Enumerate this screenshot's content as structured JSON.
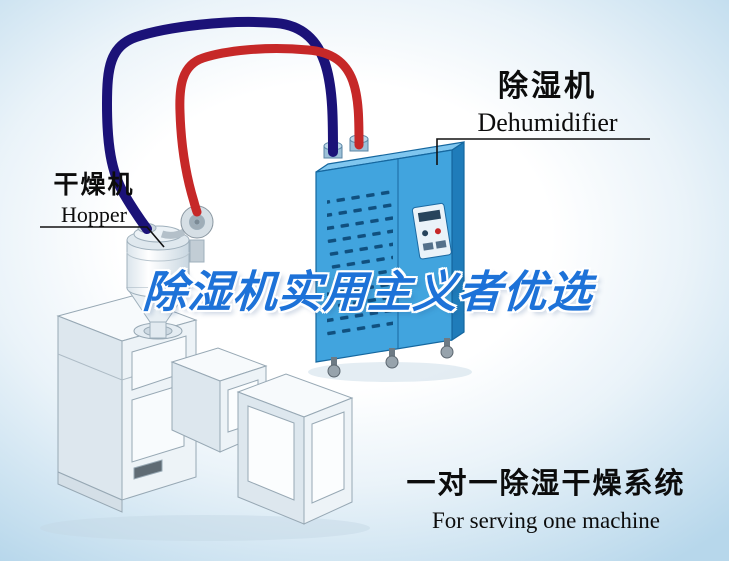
{
  "labels": {
    "dehumidifier": {
      "zh": "除湿机",
      "en": "Dehumidifier"
    },
    "hopper": {
      "zh": "干燥机",
      "en": "Hopper"
    }
  },
  "watermark": {
    "text": "除湿机实用主义者优选",
    "color": "#1d72d8"
  },
  "caption": {
    "zh": "一对一除湿干燥系统",
    "en": "For serving one machine"
  },
  "colors": {
    "pipe_supply": "#1b1278",
    "pipe_return": "#c62828",
    "cabinet_front": "#41a4de",
    "cabinet_top": "#7fc6ef",
    "cabinet_side": "#1f7cba",
    "background_center": "#ffffff",
    "background_edge": "#b7d7eb"
  }
}
